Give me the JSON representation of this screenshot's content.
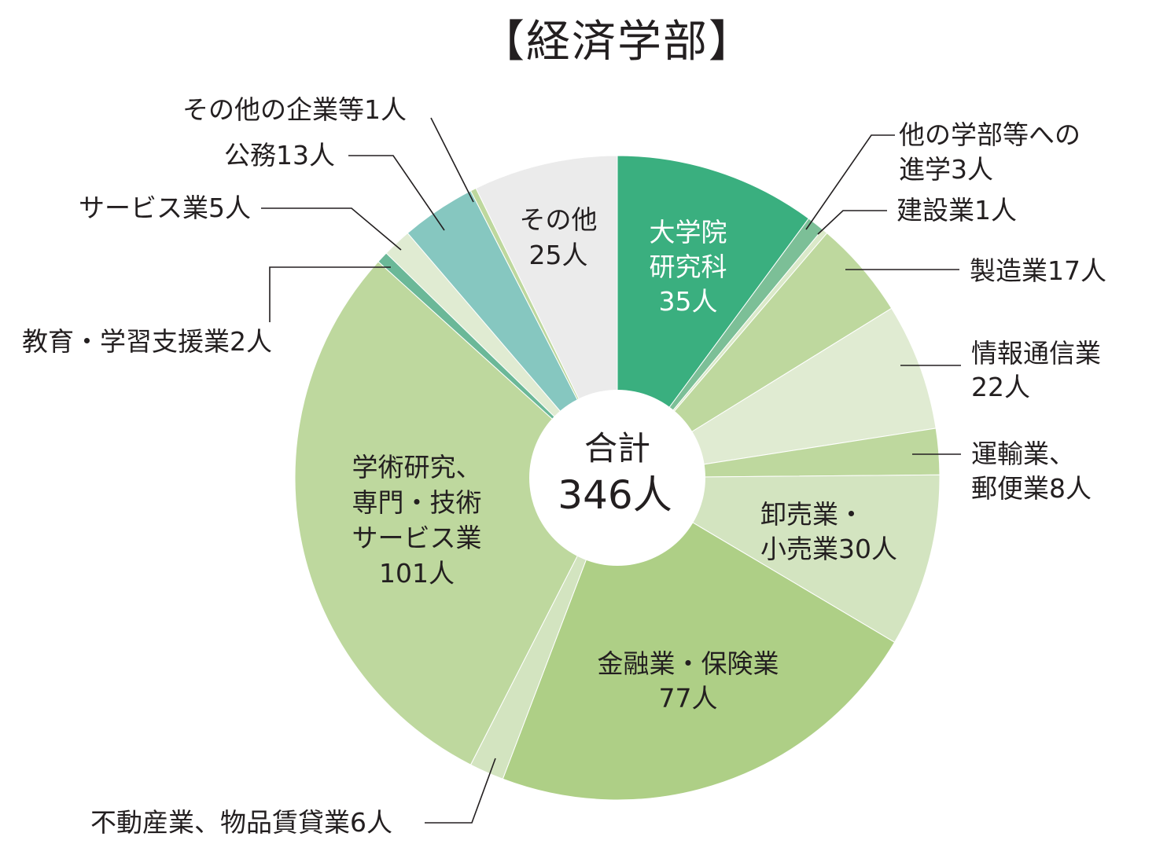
{
  "chart_data": {
    "type": "pie",
    "title": "【経済学部】",
    "center_label": {
      "line1": "合計",
      "line2": "346人"
    },
    "total": 346,
    "unit": "人",
    "segments": [
      {
        "name": "大学院研究科",
        "value": 35,
        "color": "#3aaf7f",
        "label_lines": [
          "大学院",
          "研究科",
          "35人"
        ]
      },
      {
        "name": "他の学部等への進学",
        "value": 3,
        "color": "#7cbf97",
        "label_lines": [
          "他の学部等への",
          "進学3人"
        ]
      },
      {
        "name": "建設業",
        "value": 1,
        "color": "#dbe9c9",
        "label_lines": [
          "建設業1人"
        ]
      },
      {
        "name": "製造業",
        "value": 17,
        "color": "#bed89e",
        "label_lines": [
          "製造業17人"
        ]
      },
      {
        "name": "情報通信業",
        "value": 22,
        "color": "#e0ebd2",
        "label_lines": [
          "情報通信業",
          "22人"
        ]
      },
      {
        "name": "運輸業、郵便業",
        "value": 8,
        "color": "#bed89e",
        "label_lines": [
          "運輸業、",
          "郵便業8人"
        ]
      },
      {
        "name": "卸売業・小売業",
        "value": 30,
        "color": "#d3e4c0",
        "label_lines": [
          "卸売業・",
          "小売業30人"
        ]
      },
      {
        "name": "金融業・保険業",
        "value": 77,
        "color": "#aecf86",
        "label_lines": [
          "金融業・保険業",
          "77人"
        ]
      },
      {
        "name": "不動産業、物品賃貸業",
        "value": 6,
        "color": "#d3e4c0",
        "label_lines": [
          "不動産業、物品賃貸業6人"
        ]
      },
      {
        "name": "学術研究、専門・技術サービス業",
        "value": 101,
        "color": "#bed89e",
        "label_lines": [
          "学術研究、",
          "専門・技術",
          "サービス業",
          "101人"
        ]
      },
      {
        "name": "教育・学習支援業",
        "value": 2,
        "color": "#6bb898",
        "label_lines": [
          "教育・学習支援業2人"
        ]
      },
      {
        "name": "サービス業",
        "value": 5,
        "color": "#e0ebd2",
        "label_lines": [
          "サービス業5人"
        ]
      },
      {
        "name": "公務",
        "value": 13,
        "color": "#86c7c0",
        "label_lines": [
          "公務13人"
        ]
      },
      {
        "name": "その他の企業等",
        "value": 1,
        "color": "#bed89e",
        "label_lines": [
          "その他の企業等1人"
        ]
      },
      {
        "name": "その他",
        "value": 25,
        "color": "#ebebeb",
        "label_lines": [
          "その他",
          "25人"
        ]
      }
    ]
  }
}
